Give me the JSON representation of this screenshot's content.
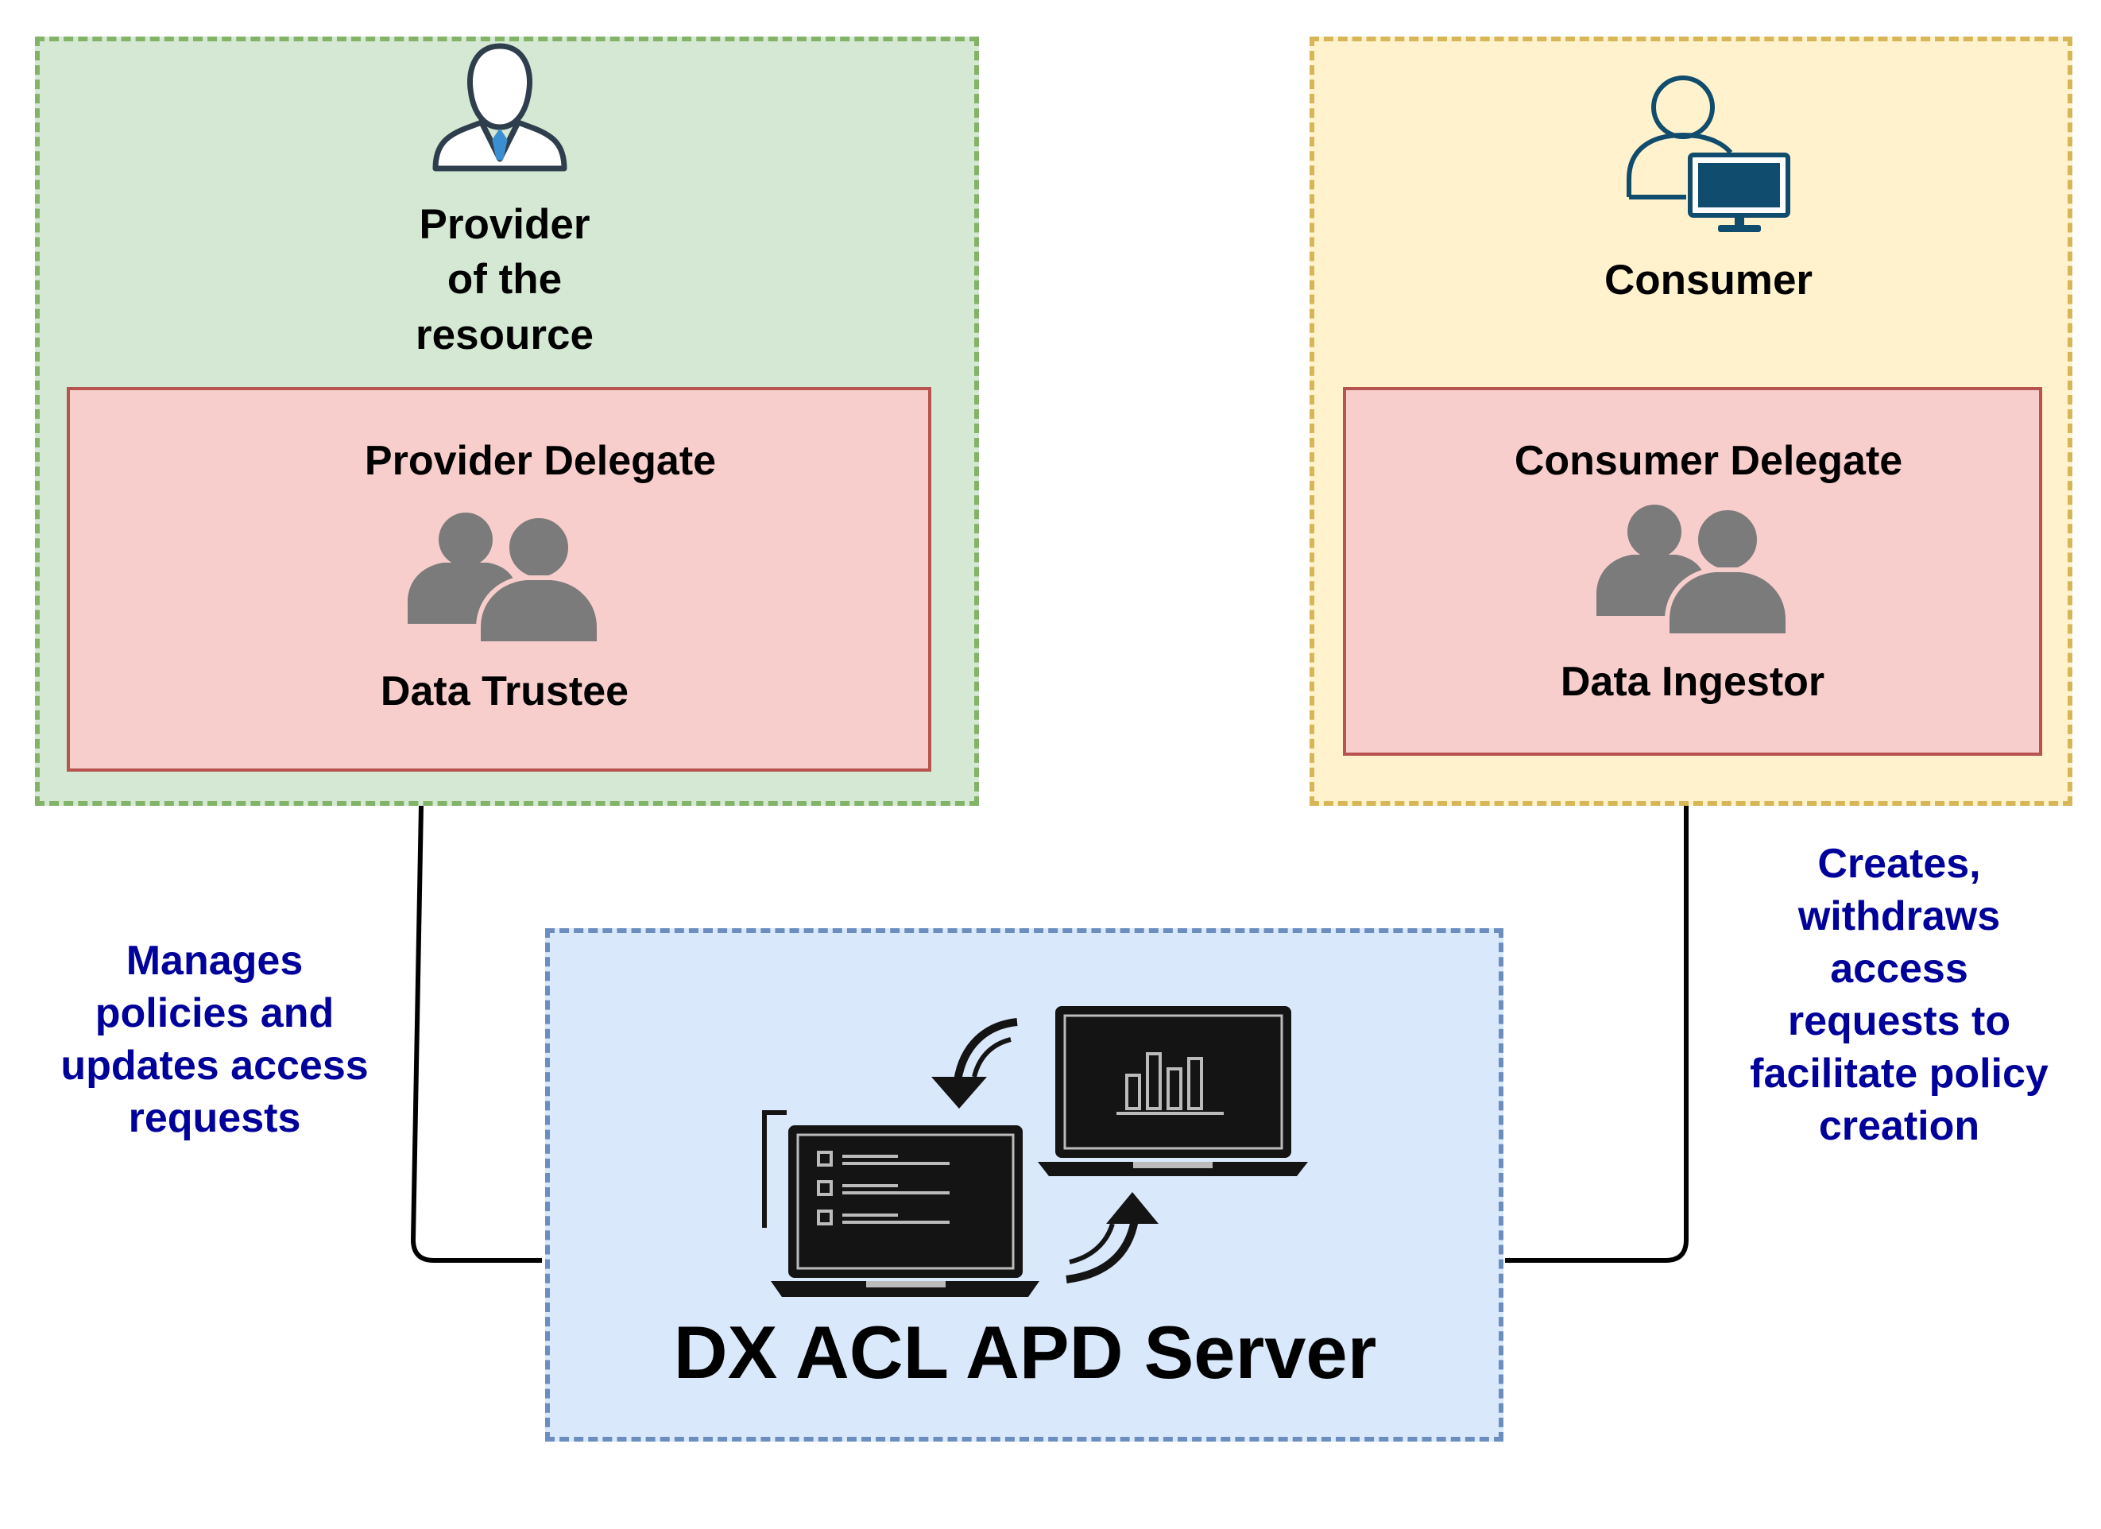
{
  "provider": {
    "title": "Provider of the resource",
    "title_lines": [
      "Provider",
      "of the",
      "resource"
    ],
    "icon": "business-person-icon"
  },
  "provider_delegate": {
    "title": "Provider Delegate",
    "subtitle": "Data Trustee",
    "icon": "user-group-icon"
  },
  "consumer": {
    "title": "Consumer",
    "icon": "user-computer-icon"
  },
  "consumer_delegate": {
    "title": "Consumer Delegate",
    "subtitle": "Data Ingestor",
    "icon": "user-group-icon"
  },
  "server": {
    "title": "DX ACL APD Server",
    "icon": "laptops-exchange-icon"
  },
  "edges": {
    "provider_to_server": {
      "label_lines": [
        "Manages",
        "policies and",
        "updates access",
        "requests"
      ]
    },
    "consumer_to_server": {
      "label_lines": [
        "Creates,",
        "withdraws",
        "access",
        "requests to",
        "facilitate policy",
        "creation"
      ]
    }
  },
  "colors": {
    "provider_fill": "#d5e8d4",
    "provider_border": "#82b366",
    "consumer_fill": "#fff2cc",
    "consumer_border": "#d6b656",
    "delegate_fill": "#f8cecc",
    "delegate_border": "#b85450",
    "server_fill": "#dae8fc",
    "server_border": "#6c8ebf",
    "edge_label": "#00009a"
  }
}
